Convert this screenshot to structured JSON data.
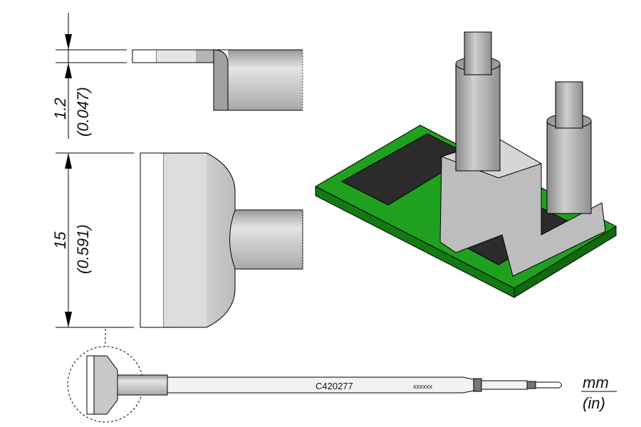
{
  "dimensions": {
    "thickness": {
      "mm": "1.2",
      "in": "(0.047)"
    },
    "width": {
      "mm": "15",
      "in": "(0.591)"
    }
  },
  "tool": {
    "part_number": "C420277",
    "serial_placeholder": "xxxxxx"
  },
  "units": {
    "primary": "mm",
    "secondary": "(in)"
  },
  "colors": {
    "pcb_green": "#1fa01f",
    "metal": "#c8c8c8",
    "chip": "#2b2b2b"
  }
}
